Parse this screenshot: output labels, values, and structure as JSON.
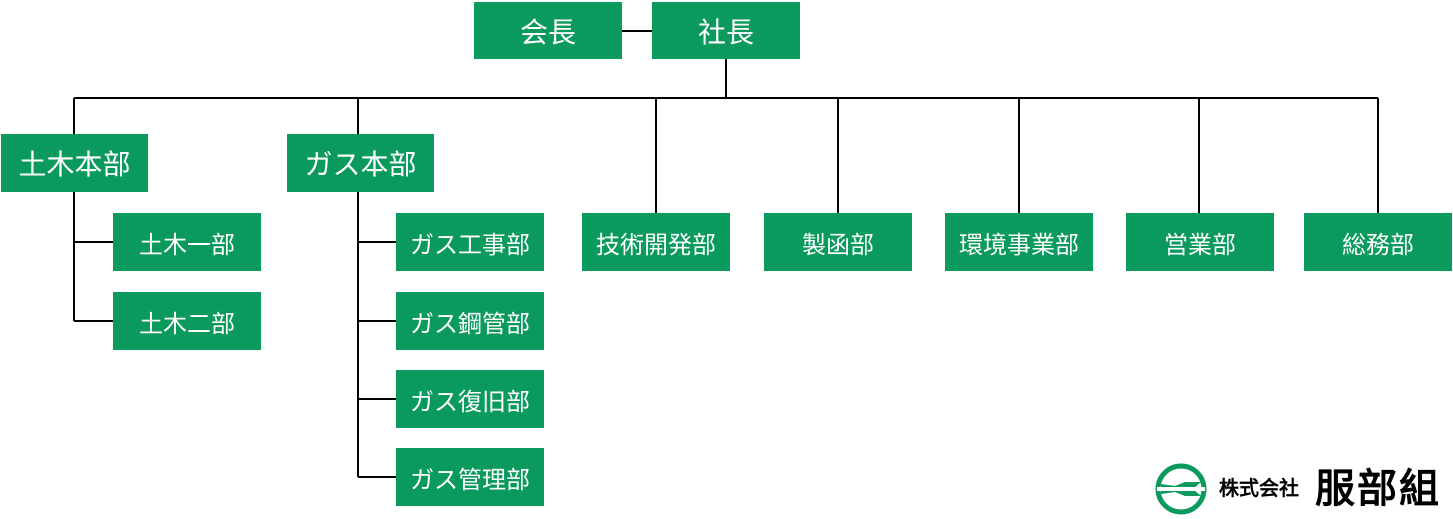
{
  "org_chart": {
    "top": {
      "chairman": "会長",
      "president": "社長"
    },
    "divisions": {
      "doboku": {
        "label": "土木本部",
        "departments": [
          "土木一部",
          "土木二部"
        ]
      },
      "gas": {
        "label": "ガス本部",
        "departments": [
          "ガス工事部",
          "ガス鋼管部",
          "ガス復旧部",
          "ガス管理部"
        ]
      }
    },
    "departments": [
      "技術開発部",
      "製函部",
      "環境事業部",
      "営業部",
      "総務部"
    ]
  },
  "company_logo": {
    "prefix": "株式会社",
    "name": "服部組",
    "mark_icon": "bird-in-circle-icon"
  },
  "colors": {
    "box_fill": "#0b9a5d",
    "box_text": "#ffffff",
    "line": "#000000"
  }
}
